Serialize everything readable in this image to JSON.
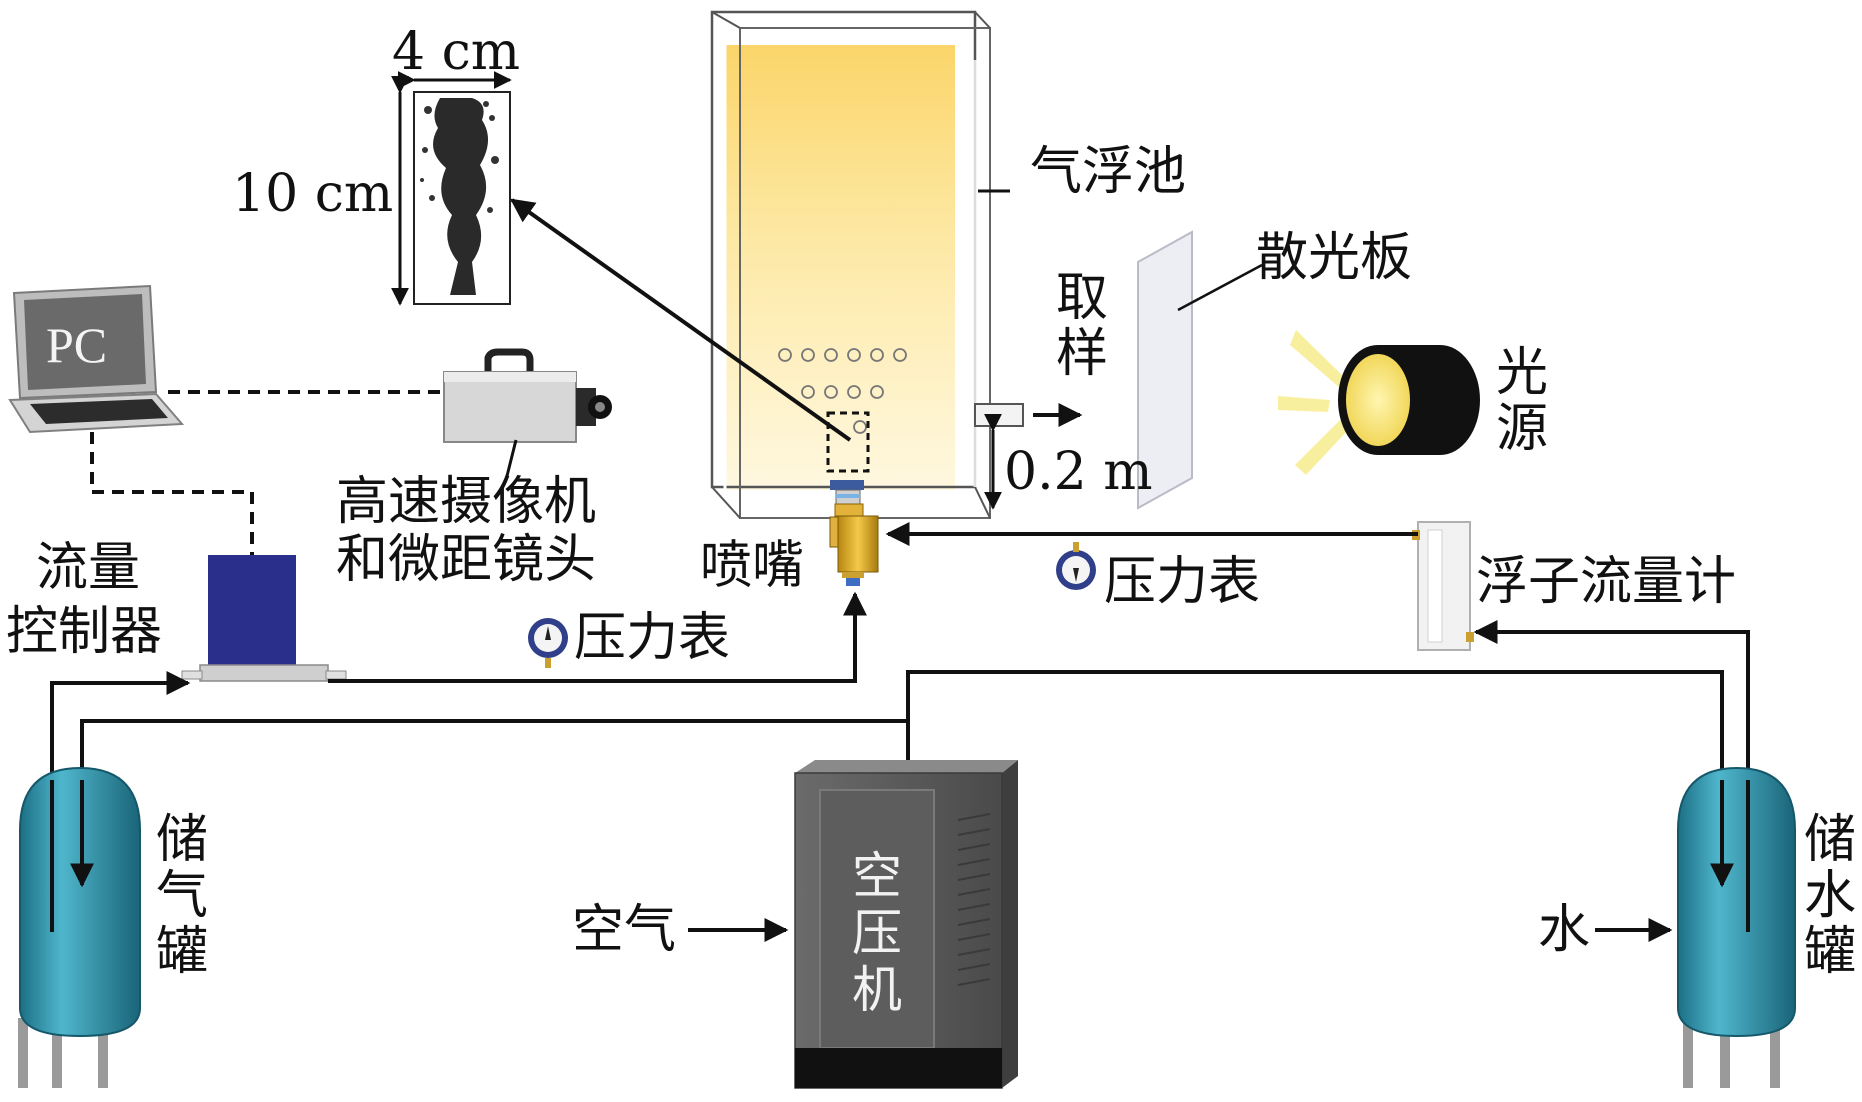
{
  "labels": {
    "flotation_tank": "气浮池",
    "diffuser_plate": "散光板",
    "sampling": [
      "取",
      "样"
    ],
    "light_source": [
      "光",
      "源"
    ],
    "height_0_2m": "0.2 m",
    "camera_line1": "高速摄像机",
    "camera_line2": "和微距镜头",
    "nozzle": "喷嘴",
    "pressure_gauge_left": "压力表",
    "pressure_gauge_right": "压力表",
    "rotameter": "浮子流量计",
    "flow_controller_line1": "流量",
    "flow_controller_line2": "控制器",
    "pc": "PC",
    "width_4cm": "4 cm",
    "height_10cm": "10 cm",
    "gas_tank": [
      "储",
      "气",
      "罐"
    ],
    "water_tank": [
      "储",
      "水",
      "罐"
    ],
    "compressor": [
      "空",
      "压",
      "机"
    ],
    "air_in": "空气",
    "water_in": "水"
  },
  "colors": {
    "tank_teal": "#2a8fa8",
    "flow_controller_blue": "#2b2f8c",
    "nozzle_gold": "#d9a520",
    "glow_yellow": "#fde58a",
    "compressor_grey": "#5a5a5a"
  },
  "icons": [
    "laptop-icon",
    "camera-icon",
    "pressure-gauge-icon",
    "light-source-icon",
    "nozzle-icon"
  ]
}
